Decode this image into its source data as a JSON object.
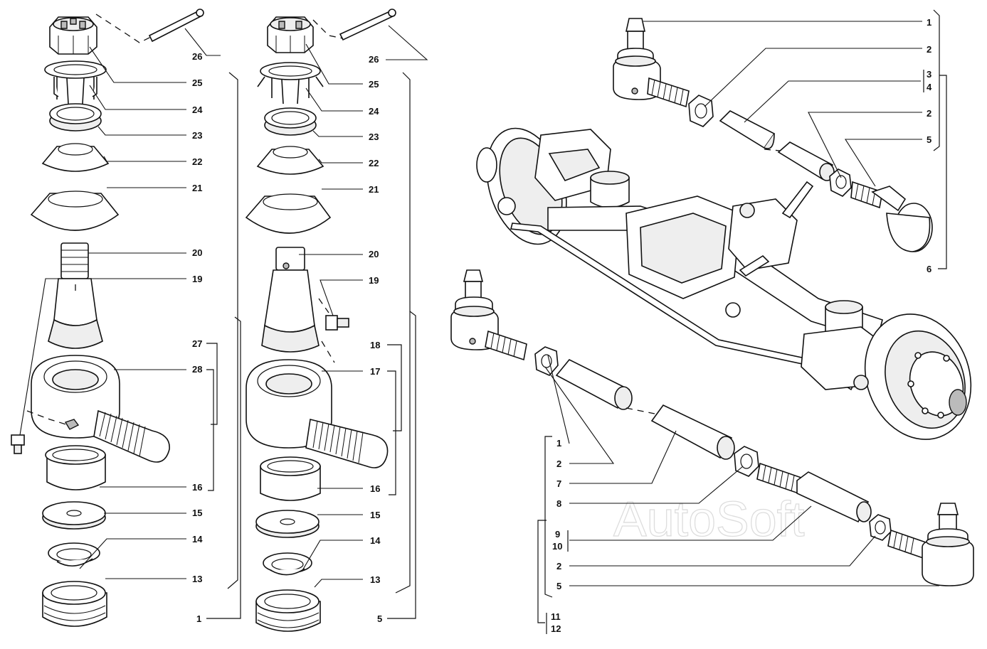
{
  "watermark": "AutoSoft",
  "callouts": {
    "a": [
      "26",
      "25",
      "24",
      "23",
      "22",
      "21",
      "20",
      "19",
      "27",
      "28",
      "16",
      "15",
      "14",
      "13",
      "1"
    ],
    "b": [
      "26",
      "25",
      "24",
      "23",
      "22",
      "21",
      "20",
      "19",
      "18",
      "17",
      "16",
      "15",
      "14",
      "13",
      "5"
    ],
    "c": [
      "1",
      "2",
      "3",
      "4",
      "2",
      "5",
      "6"
    ],
    "d": [
      "1",
      "2",
      "7",
      "8",
      "9",
      "10",
      "2",
      "5",
      "11",
      "12"
    ]
  }
}
